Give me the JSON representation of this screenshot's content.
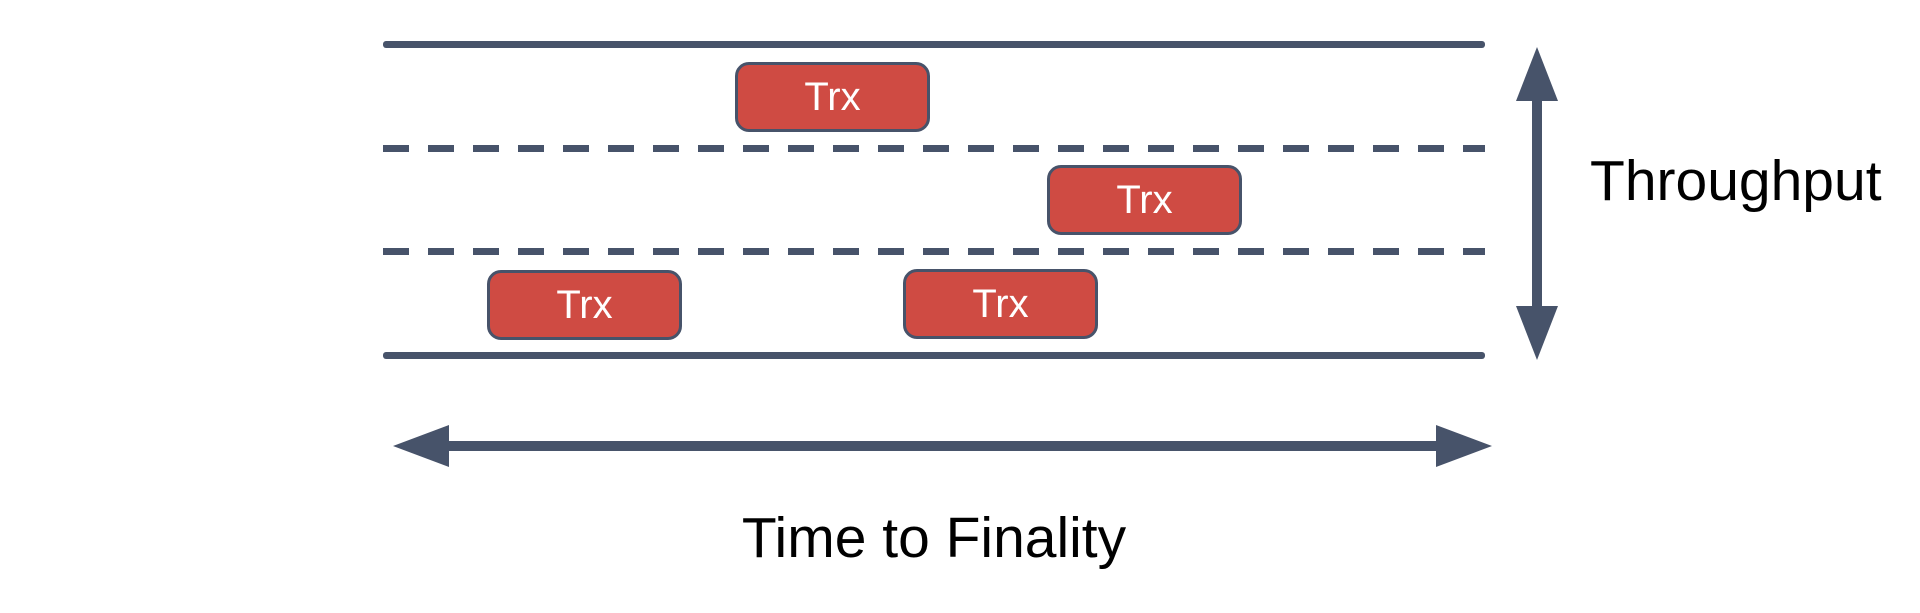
{
  "diagram": {
    "lanes": {
      "count": 3
    },
    "transactions": [
      {
        "label": "Trx",
        "lane": "top"
      },
      {
        "label": "Trx",
        "lane": "middle"
      },
      {
        "label": "Trx",
        "lane": "bottom"
      },
      {
        "label": "Trx",
        "lane": "bottom"
      }
    ],
    "axes": {
      "vertical_label": "Throughput",
      "horizontal_label": "Time to Finality"
    }
  },
  "theme": {
    "line_color": "#47536A",
    "box_fill": "#CF4B43",
    "box_border": "#47536A",
    "box_text_color": "#FFFFFF",
    "label_color": "#000000",
    "background": "#FFFFFF"
  }
}
